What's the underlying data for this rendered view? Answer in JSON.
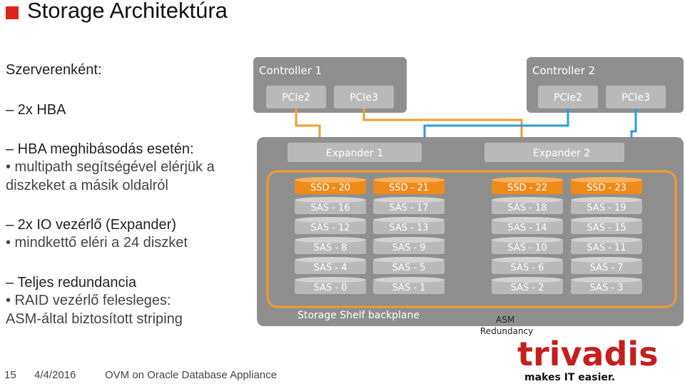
{
  "slide": {
    "title": "Storage Architektúra",
    "page_number": "15",
    "date": "4/4/2016",
    "footer_title": "OVM on Oracle Database Appliance"
  },
  "content": {
    "heading": "Szerverenként:",
    "items": [
      "– 2x HBA",
      "– HBA meghibásodás esetén:",
      "• multipath segítségével elérjük a",
      "diszkeket a másik oldalról",
      "– 2x IO vezérlő (Expander)",
      "• mindkettő eléri a 24 diszket",
      "– Teljes redundancia",
      "• RAID vezérlő felesleges:",
      "ASM-által biztosított striping"
    ]
  },
  "diagram": {
    "controllers": [
      {
        "label": "Controller 1",
        "ports": [
          "PCIe2",
          "PCIe3"
        ]
      },
      {
        "label": "Controller 2",
        "ports": [
          "PCIe2",
          "PCIe3"
        ]
      }
    ],
    "expanders": [
      "Expander 1",
      "Expander 2"
    ],
    "disk_columns": [
      [
        "SSD - 20",
        "SAS - 16",
        "SAS - 12",
        "SAS - 8",
        "SAS - 4",
        "SAS - 0"
      ],
      [
        "SSD - 21",
        "SAS - 17",
        "SAS - 13",
        "SAS - 9",
        "SAS - 5",
        "SAS - 1"
      ],
      [
        "SSD - 22",
        "SAS - 18",
        "SAS - 14",
        "SAS - 10",
        "SAS - 6",
        "SAS - 2"
      ],
      [
        "SSD - 23",
        "SAS - 19",
        "SAS - 15",
        "SAS - 11",
        "SAS - 7",
        "SAS - 3"
      ]
    ],
    "backplane_label": "Storage Shelf backplane",
    "asm_label_1": "ASM",
    "asm_label_2": "Redundancy",
    "colors": {
      "orange": "#f39b32",
      "blue": "#2e9be0",
      "ssd": "#f08a1a",
      "panel": "#8f8f8f"
    }
  },
  "logo": {
    "brand": "trivadis",
    "tagline": "makes IT easier."
  }
}
